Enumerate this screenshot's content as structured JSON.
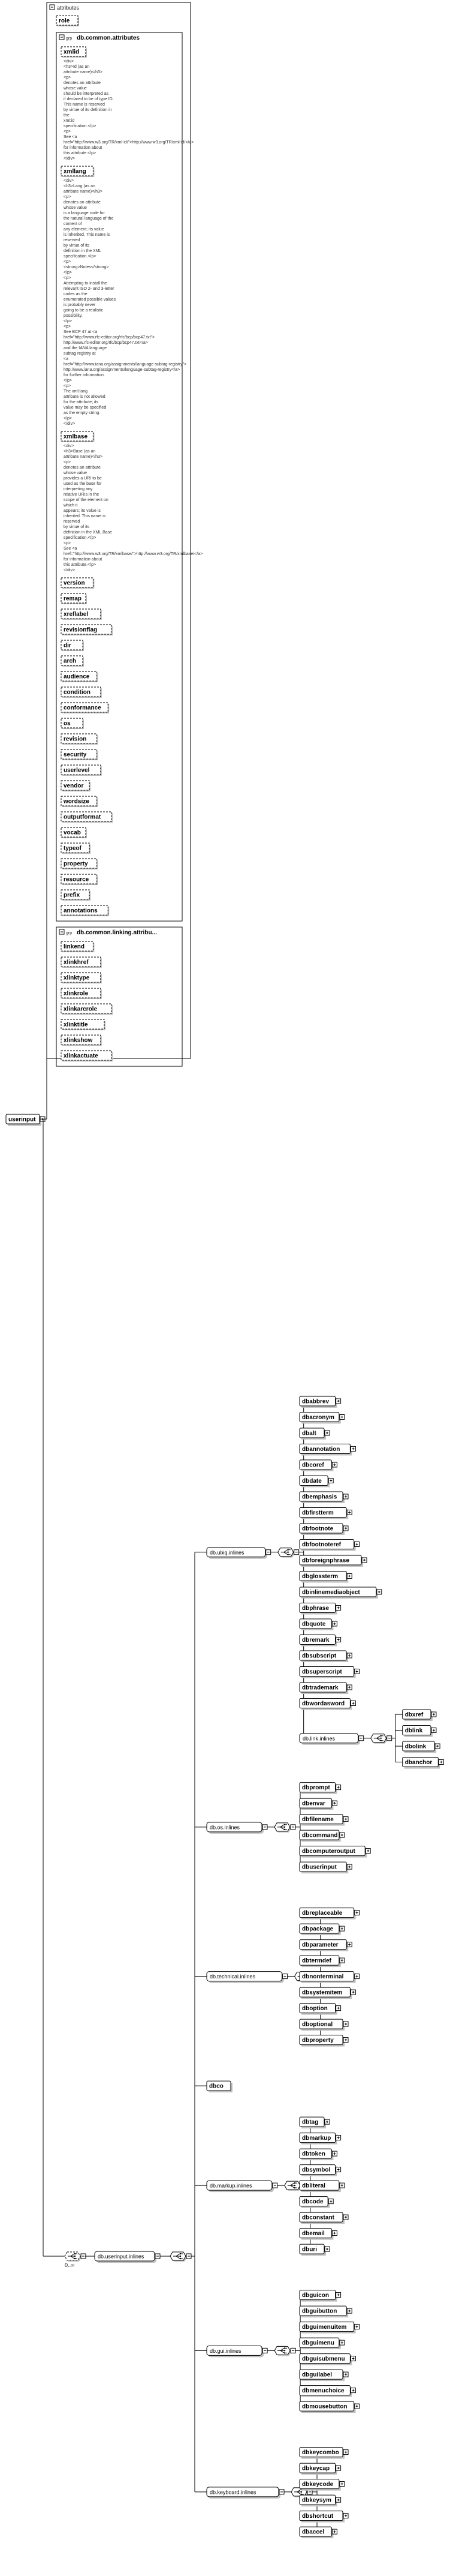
{
  "root": {
    "name": "userinput"
  },
  "attributes_title": "attributes",
  "attr_role": "role",
  "attr_group_common": "db.common.attributes",
  "common_attrs": [
    {
      "name": "xmlid",
      "doc": [
        "<div>",
        "<h3>Id (as an",
        "attribute name)</h3>",
        "<p>",
        "denotes an attribute",
        "whose value",
        "should be interpreted as",
        "if declared to be of type ID.",
        "This name is reserved",
        "by virtue of its definition in",
        "the",
        "xml:id",
        "specification.</p>",
        "<p>",
        "See <a",
        "href=\"http://www.w3.org/TR/xml-id/\">http://www.w3.org/TR/xml-id/</a>",
        "for information about",
        "this attribute.</p>",
        "</div>"
      ]
    },
    {
      "name": "xmllang",
      "doc": [
        "<div>",
        "<h3>Lang (as an",
        "attribute name)</h3>",
        "<p>",
        "denotes an attribute",
        "whose value",
        "is a language code for",
        "the natural language of the",
        "content of",
        "any element; its value",
        "is inherited. This name is",
        "reserved",
        "by virtue of its",
        "definition in the XML",
        "specification.</p>",
        "<p>",
        "<strong>Notes</strong>",
        "</p>",
        "<p>",
        "Attempting to install the",
        "relevant ISO 2- and 3-letter",
        "codes as the",
        "enumerated possible values",
        "is probably never",
        "going to be a realistic",
        "possibility.",
        "</p>",
        "<p>",
        "See BCP 47 at <a",
        "href=\"http://www.rfc-editor.org/rfc/bcp/bcp47.txt\">",
        "http://www.rfc-editor.org/rfc/bcp/bcp47.txt</a>",
        "and the IANA language",
        "subtag registry at",
        "<a",
        "href=\"http://www.iana.org/assignments/language-subtag-registry\">",
        "http://www.iana.org/assignments/language-subtag-registry</a>",
        "for further information.",
        "</p>",
        "<p>",
        "The xml:lang",
        "attribute is not allowed",
        "for the attribute; its",
        "value may be specified",
        "as the empty string.",
        "</p>",
        "</div>"
      ]
    },
    {
      "name": "xmlbase",
      "doc": [
        "<div>",
        "<h3>Base (as an",
        "attribute name)</h3>",
        "<p>",
        "denotes an attribute",
        "whose value",
        "provides a URI to be",
        "used as the base for",
        "interpreting any",
        "relative URIs in the",
        "scope of the element on",
        "which it",
        "appears; its value is",
        "inherited. This name is",
        "reserved",
        "by virtue of its",
        "definition in the XML Base",
        "specification.</p>",
        "<p>",
        "See <a",
        "href=\"http://www.w3.org/TR/xmlbase/\">http://www.w3.org/TR/xmlbase/</a>",
        "for information about",
        "this attribute.</p>",
        "</div>"
      ]
    },
    {
      "name": "version"
    },
    {
      "name": "remap"
    },
    {
      "name": "xreflabel"
    },
    {
      "name": "revisionflag"
    },
    {
      "name": "dir"
    },
    {
      "name": "arch"
    },
    {
      "name": "audience"
    },
    {
      "name": "condition"
    },
    {
      "name": "conformance"
    },
    {
      "name": "os"
    },
    {
      "name": "revision"
    },
    {
      "name": "security"
    },
    {
      "name": "userlevel"
    },
    {
      "name": "vendor"
    },
    {
      "name": "wordsize"
    },
    {
      "name": "outputformat"
    },
    {
      "name": "vocab"
    },
    {
      "name": "typeof"
    },
    {
      "name": "property"
    },
    {
      "name": "resource"
    },
    {
      "name": "prefix"
    },
    {
      "name": "annotations"
    }
  ],
  "attr_group_linking": "db.common.linking.attribu...",
  "linking_attrs": [
    "linkend",
    "xlinkhref",
    "xlinktype",
    "xlinkrole",
    "xlinkarcrole",
    "xlinktitle",
    "xlinkshow",
    "xlinkactuate"
  ],
  "occurrence": "0..∞",
  "model_group": "db.userinput.inlines",
  "groups": [
    {
      "name": "db.ubiq.inlines",
      "items": [
        "dbabbrev",
        "dbacronym",
        "dbalt",
        "dbannotation",
        "dbcoref",
        "dbdate",
        "dbemphasis",
        "dbfirstterm",
        "dbfootnote",
        "dbfootnoteref",
        "dbforeignphrase",
        "dbglossterm",
        "dbinlinemediaobject",
        "dbphrase",
        "dbquote",
        "dbremark",
        "dbsubscript",
        "dbsuperscript",
        "dbtrademark",
        "dbwordasword"
      ],
      "sub": {
        "name": "db.link.inlines",
        "items": [
          "dbxref",
          "dblink",
          "dbolink",
          "dbanchor"
        ]
      }
    },
    {
      "name": "db.os.inlines",
      "items": [
        "dbprompt",
        "dbenvar",
        "dbfilename",
        "dbcommand",
        "dbcomputeroutput",
        "dbuserinput"
      ]
    },
    {
      "name": "db.technical.inlines",
      "items": [
        "dbreplaceable",
        "dbpackage",
        "dbparameter",
        "dbtermdef",
        "dbnonterminal",
        "dbsystemitem",
        "dboption",
        "dboptional",
        "dbproperty"
      ]
    },
    {
      "name": "dbco",
      "single": true
    },
    {
      "name": "db.markup.inlines",
      "items": [
        "dbtag",
        "dbmarkup",
        "dbtoken",
        "dbsymbol",
        "dbliteral",
        "dbcode",
        "dbconstant",
        "dbemail",
        "dburi"
      ]
    },
    {
      "name": "db.gui.inlines",
      "items": [
        "dbguicon",
        "dbguibutton",
        "dbguimenuitem",
        "dbguimenu",
        "dbguisubmenu",
        "dbguilabel",
        "dbmenuchoice",
        "dbmousebutton"
      ]
    },
    {
      "name": "db.keyboard.inlines",
      "items": [
        "dbkeycombo",
        "dbkeycap",
        "dbkeycode",
        "dbkeysym",
        "dbshortcut",
        "dbaccel"
      ]
    }
  ]
}
